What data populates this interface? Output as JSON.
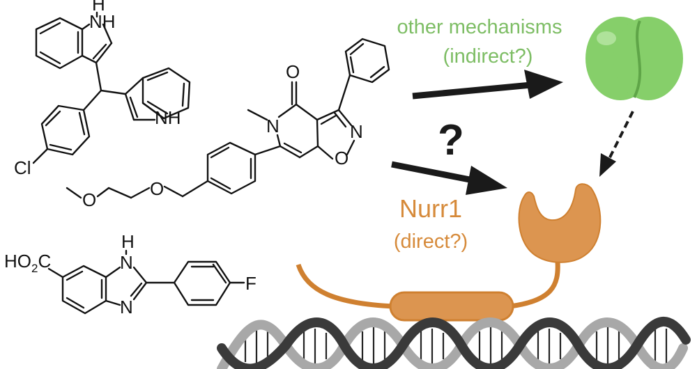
{
  "labels": {
    "other_mechanisms": "other mechanisms",
    "indirect": "(indirect?)",
    "nurr1": "Nurr1",
    "direct": "(direct?)",
    "question_mark": "?"
  },
  "molecules": {
    "m1": {
      "nh": "NH",
      "h_top": "H",
      "n": "N",
      "cl": "Cl"
    },
    "m2": {
      "o_keto": "O",
      "n_methyl": "N",
      "n_ring": "N",
      "o_ring": "O",
      "o_ether1": "O",
      "o_ether2": "O"
    },
    "m3": {
      "ho2c": "HO",
      "sub2": "2",
      "c": "C",
      "h": "H",
      "n_top": "N",
      "n_bottom": "N",
      "f": "F"
    }
  },
  "colors": {
    "green_text": "#7dbd64",
    "green_protein": "#86cf6a",
    "orange_text": "#d68a3a",
    "orange_protein": "#dc9550",
    "orange_line": "#cf8030",
    "arrow": "#1a1a1a",
    "dna_dark": "#3a3a3a",
    "dna_light": "#a8a8a8"
  }
}
